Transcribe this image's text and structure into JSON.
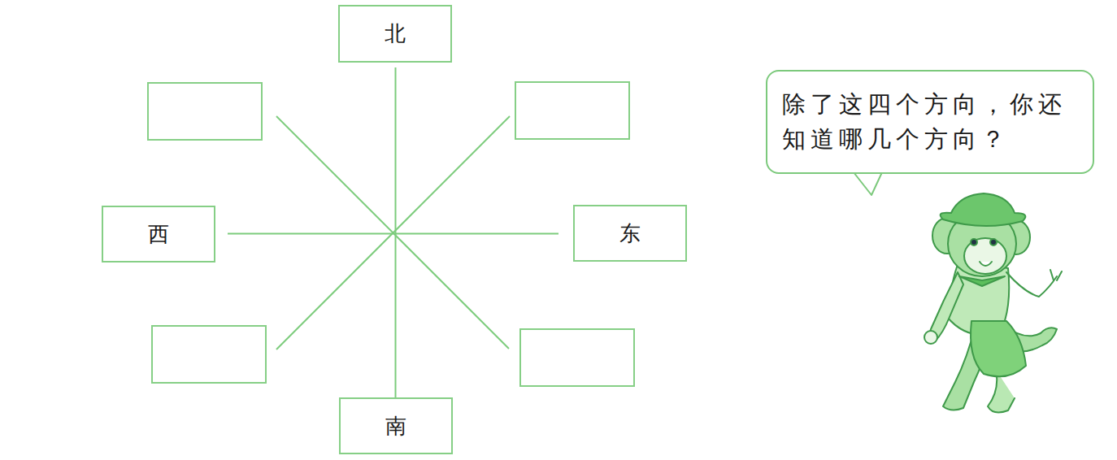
{
  "diagram": {
    "nodes": [
      {
        "text": [
          "北"
        ]
      },
      {
        "text": [
          "西"
        ]
      },
      {
        "text": [
          "东"
        ]
      },
      {
        "text": [
          "南"
        ]
      },
      {
        "text": [
          "除了这四个方向，你还知道哪几个方向？"
        ]
      }
    ],
    "edges": [
      {
        "from": 0,
        "to": 3,
        "arrow": "none"
      },
      {
        "from": 1,
        "to": 2,
        "arrow": "none"
      }
    ]
  }
}
